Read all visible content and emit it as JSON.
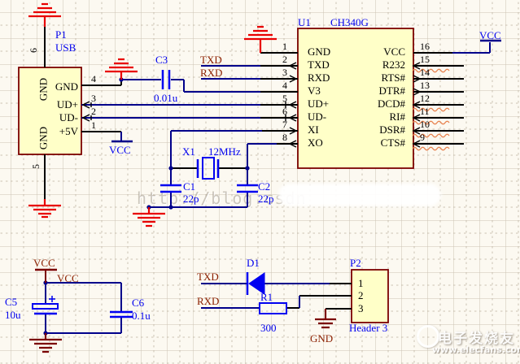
{
  "colors": {
    "background": "#FCF9F1",
    "grid": "#BFB5A5",
    "wire_blue": "#00008B",
    "component_blue": "#0000F0",
    "label_blue": "#0000EE",
    "net_label_maroon": "#8B2000",
    "ground_red": "#E80000",
    "power_maroon": "#7B0000",
    "part_fill_yellow": "#FFFFC8",
    "squiggle_orange": "#E8824E"
  },
  "p1": {
    "designator": "P1",
    "type": "USB",
    "pin_top": {
      "num": "6",
      "name": "GND"
    },
    "pin_bottom": {
      "num": "5",
      "name": "GND"
    },
    "side_pins": [
      {
        "num": "4",
        "name": "GND"
      },
      {
        "num": "3",
        "name": "UD+"
      },
      {
        "num": "2",
        "name": "UD-"
      },
      {
        "num": "1",
        "name": "+5V"
      }
    ]
  },
  "u1": {
    "designator": "U1",
    "part": "CH340G",
    "left_pins": [
      {
        "num": "1",
        "name": "GND"
      },
      {
        "num": "2",
        "name": "TXD"
      },
      {
        "num": "3",
        "name": "RXD"
      },
      {
        "num": "4",
        "name": "V3"
      },
      {
        "num": "5",
        "name": "UD+"
      },
      {
        "num": "6",
        "name": "UD-"
      },
      {
        "num": "7",
        "name": "XI"
      },
      {
        "num": "8",
        "name": "XO"
      }
    ],
    "right_pins": [
      {
        "num": "16",
        "name": "VCC"
      },
      {
        "num": "15",
        "name": "R232"
      },
      {
        "num": "14",
        "name": "RTS#"
      },
      {
        "num": "13",
        "name": "DTR#"
      },
      {
        "num": "12",
        "name": "DCD#"
      },
      {
        "num": "11",
        "name": "RI#"
      },
      {
        "num": "10",
        "name": "DSR#"
      },
      {
        "num": "9",
        "name": "CTS#"
      }
    ]
  },
  "p2": {
    "designator": "P2",
    "part": "Header 3",
    "pins": [
      "1",
      "2",
      "3"
    ]
  },
  "components": {
    "c3": {
      "designator": "C3",
      "value": "0.01u"
    },
    "x1": {
      "designator": "X1",
      "value": "12MHz"
    },
    "c1": {
      "designator": "C1",
      "value": "22p"
    },
    "c2": {
      "designator": "C2",
      "value": "22p"
    },
    "c5": {
      "designator": "C5",
      "value": "10u"
    },
    "c6": {
      "designator": "C6",
      "value": "0.1u"
    },
    "d1": {
      "designator": "D1"
    },
    "r1": {
      "designator": "R1",
      "value": "300"
    }
  },
  "net_labels": {
    "txd_top": "TXD",
    "rxd_top": "RXD",
    "vcc_mid": "VCC",
    "vcc_top_right": "VCC",
    "vcc_port_bl": "VCC",
    "vcc_net_bl": "VCC",
    "txd_bottom": "TXD",
    "rxd_bottom": "RXD",
    "gnd_bottom": "GND"
  },
  "watermarks": {
    "center_url": "http://blog.csdn",
    "site_name": "电子发烧友",
    "site_url": "www.elecfans.com"
  }
}
